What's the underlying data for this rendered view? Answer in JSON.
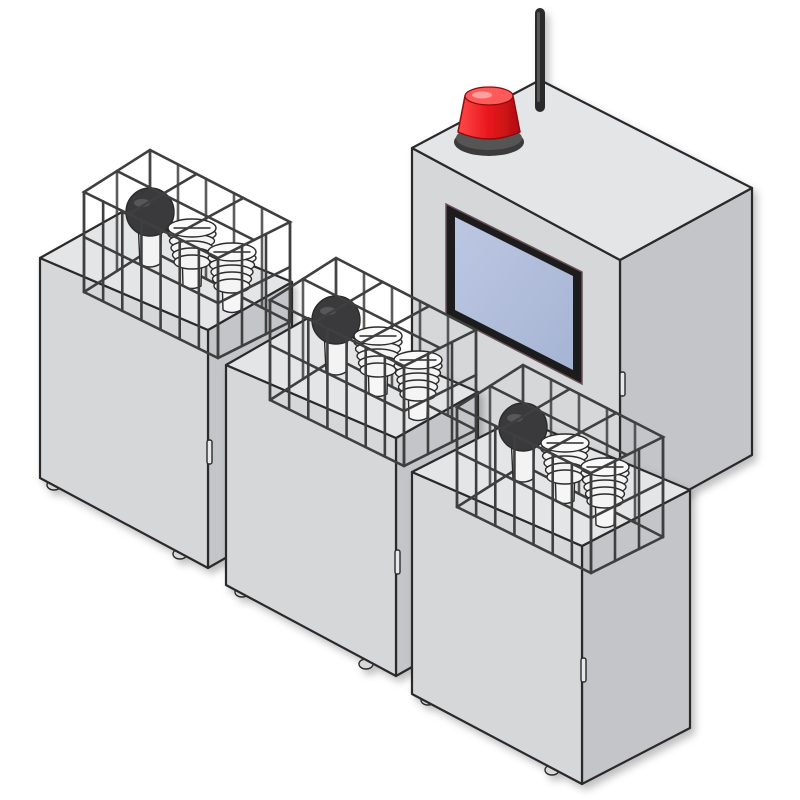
{
  "scene": {
    "subject": "control-cabinet-with-sensor-stations",
    "stations": [
      {
        "id": "station-1",
        "sensors": [
          "dark-dome-sensor",
          "louvered-shield-sensor",
          "louvered-shield-sensor"
        ]
      },
      {
        "id": "station-2",
        "sensors": [
          "dark-dome-sensor",
          "louvered-shield-sensor",
          "louvered-shield-sensor"
        ]
      },
      {
        "id": "station-3",
        "sensors": [
          "dark-dome-sensor",
          "louvered-shield-sensor",
          "louvered-shield-sensor"
        ]
      }
    ],
    "control_cabinet": {
      "beacon": "red-warning-light-icon",
      "antenna": "antenna-icon",
      "display": "touchscreen-panel"
    },
    "colors": {
      "cabinet_front": "#d4d5d7",
      "cabinet_side": "#c4c5c8",
      "cabinet_top": "#e3e4e6",
      "screen": "#aebbd8",
      "beacon_red": "#e8161b",
      "outline": "#2b2b2b"
    }
  }
}
